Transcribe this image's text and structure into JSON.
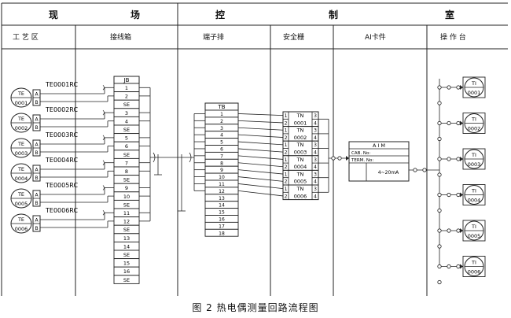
{
  "header": {
    "top": [
      "现",
      "场",
      "控",
      "制",
      "室"
    ],
    "sections": [
      "工 艺 区",
      "接线箱",
      "端子排",
      "安全栅",
      "AI卡件",
      "操 作 台"
    ]
  },
  "caption": "图 2  热电偶测量回路流程图",
  "sensors": [
    {
      "tag": "TE0001RC",
      "label": "TE",
      "num": "0001"
    },
    {
      "tag": "TE0002RC",
      "label": "TE",
      "num": "0002"
    },
    {
      "tag": "TE0003RC",
      "label": "TE",
      "num": "0003"
    },
    {
      "tag": "TE0004RC",
      "label": "TE",
      "num": "0004"
    },
    {
      "tag": "TE0005RC",
      "label": "TE",
      "num": "0005"
    },
    {
      "tag": "TE0006RC",
      "label": "TE",
      "num": "0006"
    }
  ],
  "terminal_ab": [
    "A",
    "B"
  ],
  "jb": {
    "title": "JB",
    "rows": [
      "1",
      "2",
      "SE",
      "3",
      "4",
      "SE",
      "5",
      "6",
      "SE",
      "7",
      "8",
      "SE",
      "9",
      "10",
      "SE",
      "11",
      "12",
      "SE",
      "13",
      "14",
      "SE",
      "15",
      "16",
      "SE"
    ]
  },
  "tb": {
    "title": "TB",
    "rows": [
      "1",
      "2",
      "3",
      "4",
      "5",
      "6",
      "7",
      "8",
      "9",
      "10",
      "11",
      "12",
      "13",
      "14",
      "15",
      "16",
      "17",
      "18"
    ]
  },
  "barriers": [
    {
      "in_top": "1",
      "in_bot": "2",
      "name": "TN",
      "num": "0001",
      "out_top": "3",
      "out_bot": "4"
    },
    {
      "in_top": "1",
      "in_bot": "2",
      "name": "TN",
      "num": "0002",
      "out_top": "3",
      "out_bot": "4"
    },
    {
      "in_top": "1",
      "in_bot": "2",
      "name": "TN",
      "num": "0003",
      "out_top": "3",
      "out_bot": "4"
    },
    {
      "in_top": "1",
      "in_bot": "2",
      "name": "TN",
      "num": "0004",
      "out_top": "3",
      "out_bot": "4"
    },
    {
      "in_top": "1",
      "in_bot": "2",
      "name": "TN",
      "num": "0005",
      "out_top": "3",
      "out_bot": "4"
    },
    {
      "in_top": "1",
      "in_bot": "2",
      "name": "TN",
      "num": "0006",
      "out_top": "3",
      "out_bot": "4"
    }
  ],
  "aim": {
    "title": "A I M",
    "cab": "CAB. No:",
    "term": "TERM. No:",
    "signal": "4~20mA"
  },
  "indicators": [
    {
      "label": "TI",
      "num": "0001"
    },
    {
      "label": "TI",
      "num": "0002"
    },
    {
      "label": "TI",
      "num": "0003"
    },
    {
      "label": "TI",
      "num": "0004"
    },
    {
      "label": "TI",
      "num": "0005"
    },
    {
      "label": "TI",
      "num": "0006"
    }
  ]
}
